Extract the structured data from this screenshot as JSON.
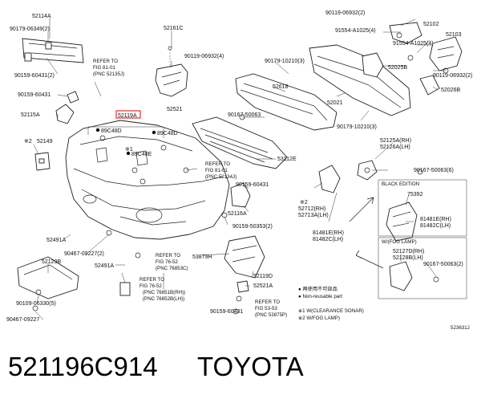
{
  "diagram": {
    "catalog_id": "523631J",
    "highlighted_part": "521196C914",
    "labels": {
      "p52114A": "52114A",
      "p90179_06349": "90179-06349(2)",
      "p90159_60431a": "90159-60431(2)",
      "p90159_60431b": "90159-60431",
      "p90159_60431c": "90159-60431",
      "p52115A": "52115A",
      "p52161C": "52161C",
      "p90119_06932a": "90119-06932(4)",
      "p90119_06932b": "90119-06932(2)",
      "p90119_06932c": "90119-06932(2)",
      "p52521": "52521",
      "p52618": "52618",
      "p90179_10210a": "90179-10210(3)",
      "p90179_10210b": "90179-10210(3)",
      "p52021": "52021",
      "p91554_A1025a": "91554-A1025(4)",
      "p91554_A1025b": "91554-A1025(4)",
      "p52102": "52102",
      "p52103": "52103",
      "p52025B": "52025B",
      "p52026B": "52026B",
      "p90167_50063a": "90167-50063",
      "p90167_50063b": "90167-50063(6)",
      "p90167_50063c": "90167-50063(2)",
      "p52119A": "52119A",
      "p89C48D_a": "89C48D",
      "p89C48D_b": "89C48D",
      "p89C48E": "89C48E",
      "p52149": "52149",
      "p53112E": "53112E",
      "p52125A": "52125A(RH)",
      "p52126A": "52126A(LH)",
      "p52116A": "52116A",
      "p90159_50353": "90159-50353(2)",
      "p52712": "52712(RH)",
      "p52713A": "52713A(LH)",
      "p81481E": "81481E(RH)",
      "p81482C": "81482C(LH)",
      "p75392": "75392",
      "p81481E_b": "81481E(RH)",
      "p81482C_b": "81482C(LH)",
      "p52127D": "52127D(RH)",
      "p52128B": "52128B(LH)",
      "p52491A_a": "52491A",
      "p52491A_b": "52491A",
      "p90467_09227a": "90467-09227(2)",
      "p90467_09227b": "90467-09227",
      "p52129B": "52129B",
      "p90109_06330": "90109-06330(5)",
      "p53879H": "53879H",
      "p52119D": "52119D",
      "p52521A": "52521A",
      "p90159_60431d": "90159-60431"
    },
    "refs": {
      "r1": [
        "REFER TO",
        "FIG 81-01",
        "(PNC 52135J)"
      ],
      "r2": [
        "REFER TO",
        "FIG 81-01",
        "(PNC 52134J)"
      ],
      "r3": [
        "REFER TO",
        "FIG 76-52",
        "(PNC 76851B(RH))",
        "(PNC 76852B(LH))"
      ],
      "r4": [
        "REFER TO",
        "FIG 76-52",
        "(PNC 76853C)"
      ],
      "r5": [
        "REFER TO",
        "FIG 53-53",
        "(PNC 53875P)"
      ]
    },
    "black_edition": "BLACK EDITION",
    "fog_lamp": "W/(FOG LAMP)",
    "legend": {
      "item1": "● 再使用不可部品",
      "item2": "● Non-reusable part",
      "item3": "※1 W(CLEARANCE SONAR)",
      "item4": "※2 W/FOG LAMP)"
    },
    "marks": {
      "star1": "※1",
      "star2": "※2",
      "star2b": "※2"
    }
  },
  "caption": {
    "part_number": "521196C914",
    "brand": "TOYOTA"
  }
}
